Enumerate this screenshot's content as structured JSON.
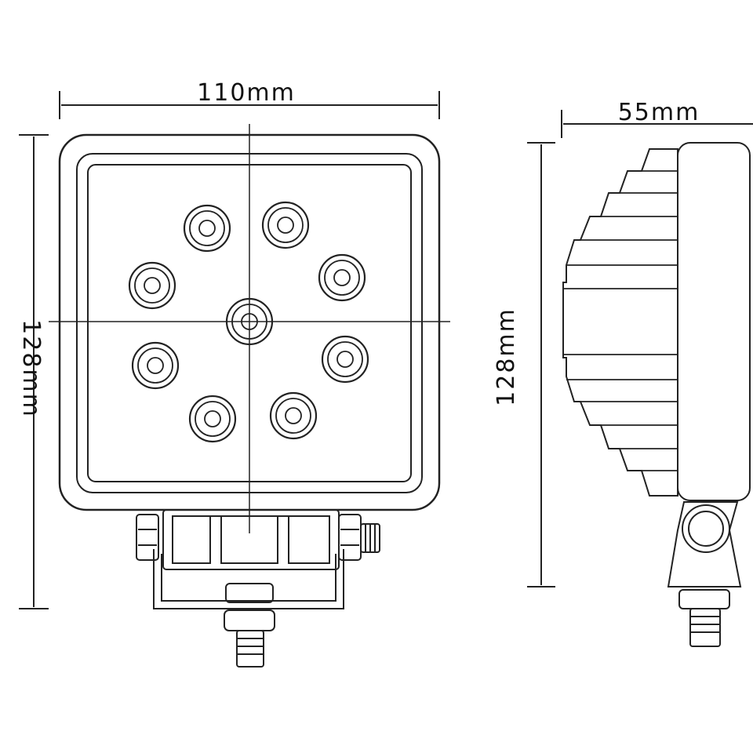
{
  "front_view": {
    "width_label": "110mm",
    "height_label": "128mm",
    "led_count": 9
  },
  "side_view": {
    "depth_label": "55mm",
    "height_label": "128mm"
  },
  "colors": {
    "line": "#222222",
    "fill": "#ffffff"
  }
}
